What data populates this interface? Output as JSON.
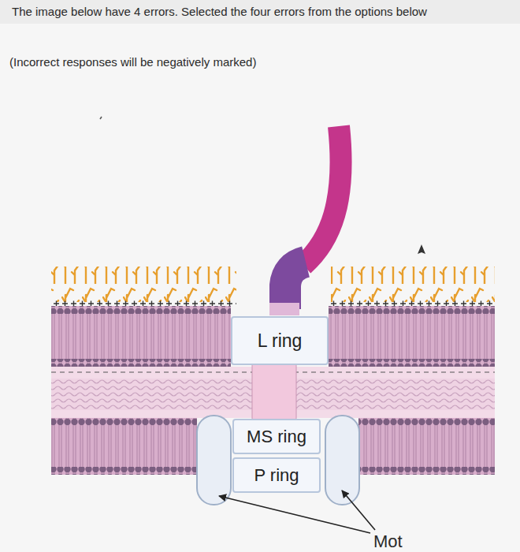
{
  "diagram": {
    "title": "The image below have 4 errors. Selected the four errors from the options below",
    "nodes": [
      {
        "text": [
          "L ring"
        ]
      },
      {
        "text": [
          "MS ring"
        ]
      },
      {
        "text": [
          "P ring"
        ]
      }
    ],
    "labels": [
      "(Incorrect responses will be negatively marked)",
      "Mot"
    ]
  }
}
